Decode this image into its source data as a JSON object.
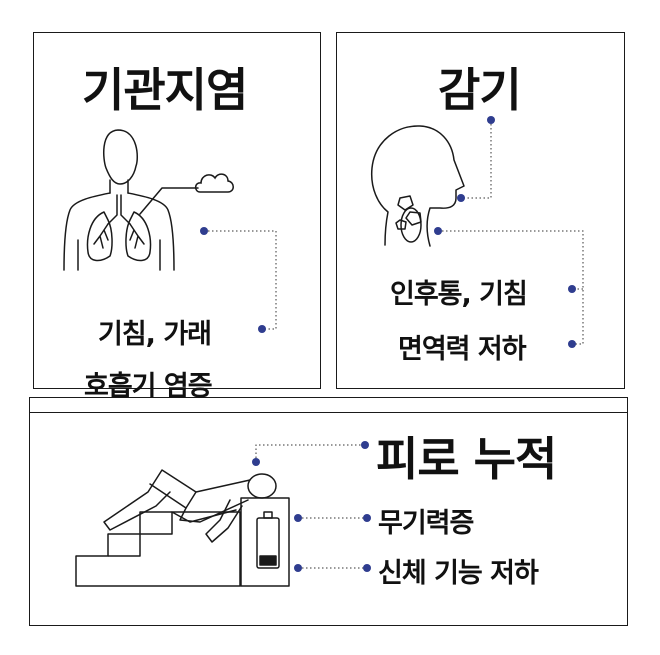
{
  "panels": {
    "bronchitis": {
      "title": "기관지염",
      "symptoms": [
        "기침, 가래",
        "호흡기 염증"
      ]
    },
    "cold": {
      "title": "감기",
      "symptoms": [
        "인후통, 기침",
        "면역력 저하"
      ]
    },
    "fatigue": {
      "title": "피로 누적",
      "symptoms": [
        "무기력증",
        "신체 기능 저하"
      ]
    }
  },
  "colors": {
    "accent_dot": "#2f3d8f",
    "line": "#1a1a1a"
  },
  "icons": [
    "torso-lungs-icon",
    "cloud-icon",
    "head-throat-icon",
    "reclining-person-icon",
    "battery-low-icon",
    "stairs-icon"
  ]
}
